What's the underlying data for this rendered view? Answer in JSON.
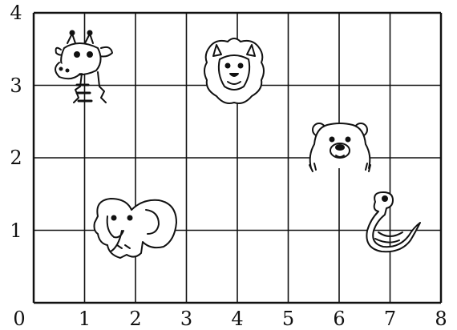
{
  "grid": {
    "x_range": [
      0,
      8
    ],
    "y_range": [
      0,
      4
    ],
    "x_tick_labels": [
      "0",
      "1",
      "2",
      "3",
      "4",
      "5",
      "6",
      "7",
      "8"
    ],
    "y_tick_labels": [
      "1",
      "2",
      "3",
      "4"
    ],
    "line_color": "#111111"
  },
  "animals": [
    {
      "name": "giraffe",
      "icon": "giraffe-icon",
      "x": 1.0,
      "y": 3.2
    },
    {
      "name": "lion",
      "icon": "lion-icon",
      "x": 4.0,
      "y": 3.2
    },
    {
      "name": "bear",
      "icon": "bear-icon",
      "x": 6.0,
      "y": 2.1
    },
    {
      "name": "elephant",
      "icon": "elephant-icon",
      "x": 2.0,
      "y": 1.0
    },
    {
      "name": "snake",
      "icon": "snake-icon",
      "x": 7.0,
      "y": 1.0
    }
  ]
}
